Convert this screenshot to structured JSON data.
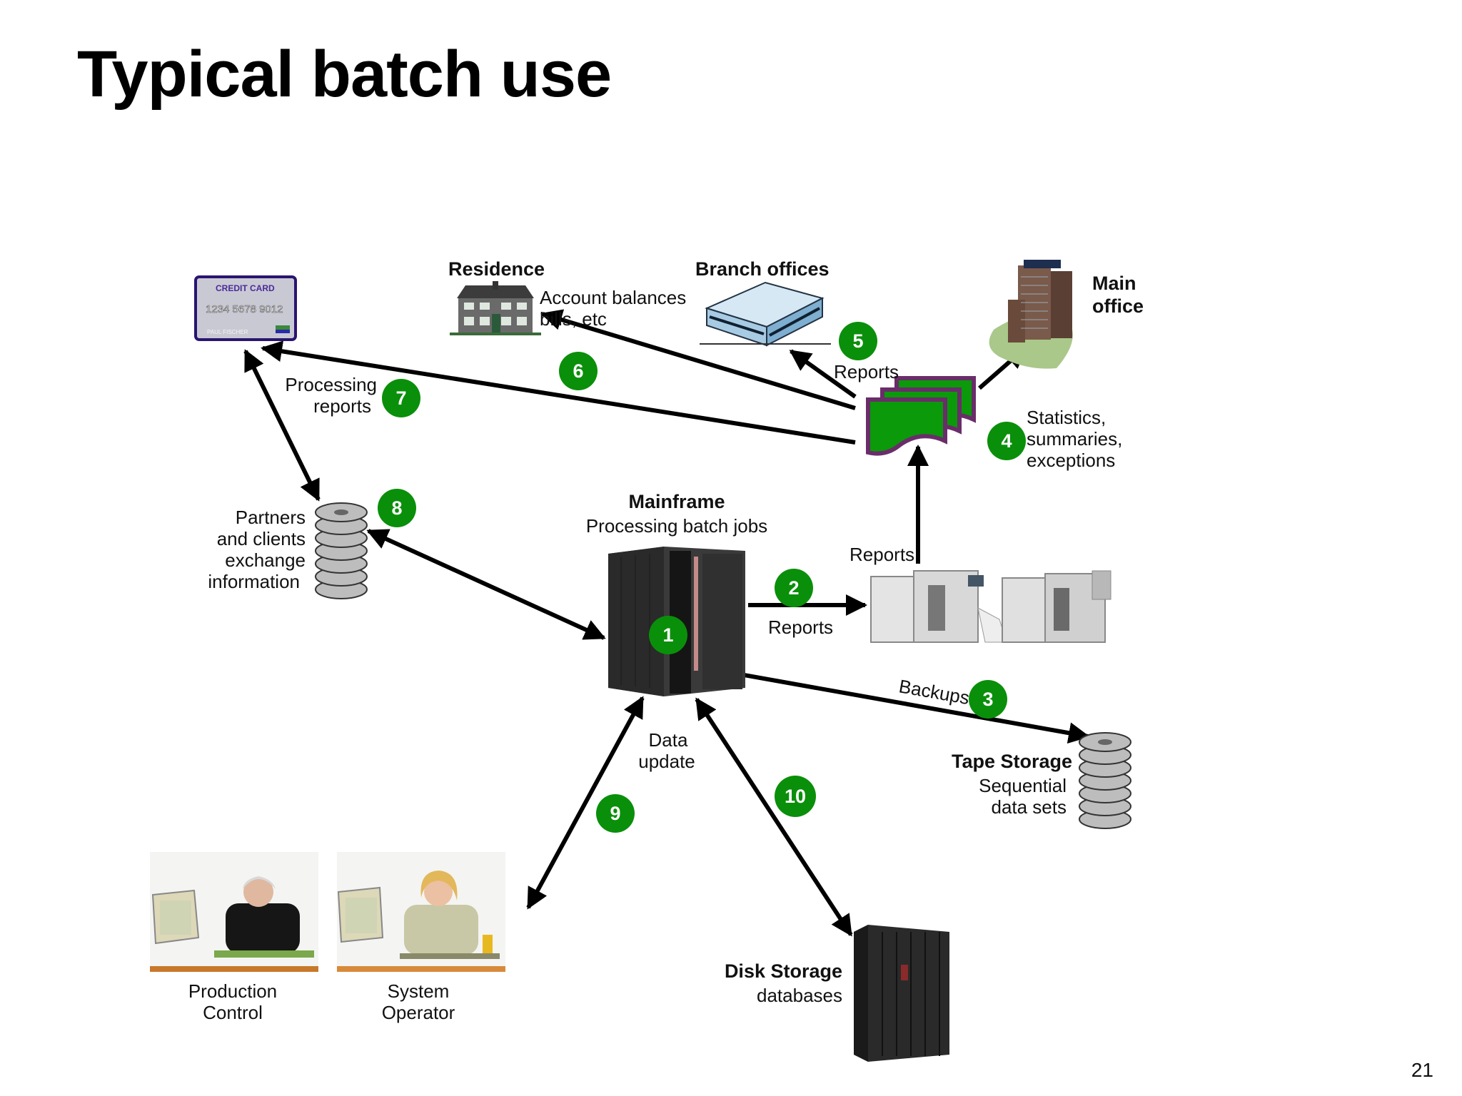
{
  "slide": {
    "title": "Typical batch use",
    "page_number": "21"
  },
  "labels": {
    "residence": "Residence",
    "account_1": "Account balances",
    "account_2": "bills, etc",
    "branch": "Branch offices",
    "main_1": "Main",
    "main_2": "office",
    "proc_1": "Processing",
    "proc_2": "reports",
    "reports_top": "Reports",
    "stats_1": "Statistics,",
    "stats_2": "summaries,",
    "stats_3": "exceptions",
    "partners_1": "Partners",
    "partners_2": "and clients",
    "partners_3": "exchange",
    "partners_4": "information",
    "mainframe_1": "Mainframe",
    "mainframe_2": "Processing batch jobs",
    "reports_printer": "Reports",
    "reports_arrow": "Reports",
    "backups": "Backups",
    "tape_1": "Tape Storage",
    "tape_2": "Sequential",
    "tape_3": "data sets",
    "data_1": "Data",
    "data_2": "update",
    "disk_1": "Disk Storage",
    "disk_2": "databases",
    "prod_1": "Production",
    "prod_2": "Control",
    "sys_1": "System",
    "sys_2": "Operator"
  },
  "credit_card": {
    "brand": "CREDIT CARD",
    "number": "1234  5678  9012",
    "name": "PAUL FISCHER"
  },
  "badges": [
    "1",
    "2",
    "3",
    "4",
    "5",
    "6",
    "7",
    "8",
    "9",
    "10"
  ],
  "colors": {
    "badge": "#0a8f0a",
    "report_fill": "#0a9a0a",
    "report_border": "#6a2d6a",
    "card_border": "#2a1470"
  }
}
